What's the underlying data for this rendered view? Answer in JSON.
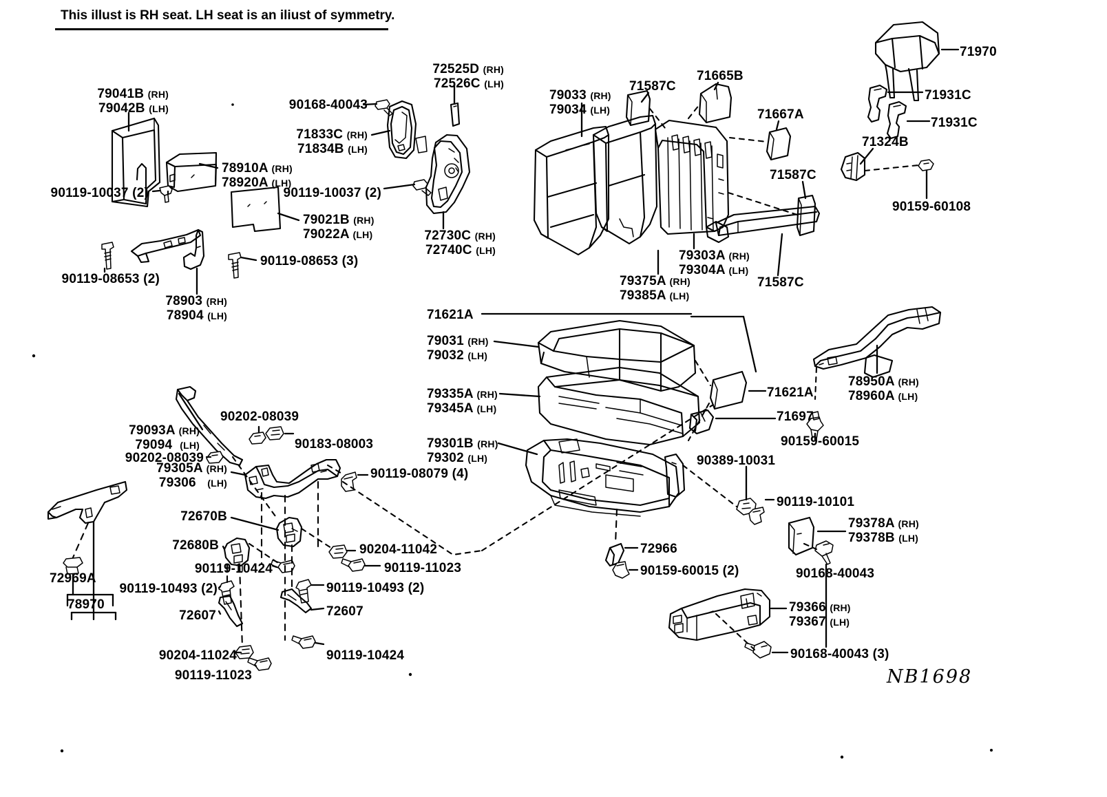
{
  "diagram": {
    "note": "This illust is RH seat. LH seat is an iliust of symmetry.",
    "drawing_number": "NB1698",
    "rh_suffix": "(RH)",
    "lh_suffix": "(LH)"
  },
  "labels": {
    "l79041B": "79041B",
    "l79042B": "79042B",
    "l78910A": "78910A",
    "l78920A": "78920A",
    "l90119_10037_2a": "90119-10037 (2)",
    "l90119_10037_2b": "90119-10037 (2)",
    "l79021B": "79021B",
    "l79022A": "79022A",
    "l90119_08653_2": "90119-08653 (2)",
    "l90119_08653_3": "90119-08653 (3)",
    "l78903": "78903",
    "l78904": "78904",
    "l90168_40043_a": "90168-40043",
    "l71833C": "71833C",
    "l71834B": "71834B",
    "l72525D": "72525D",
    "l72526C": "72526C",
    "l72730C": "72730C",
    "l72740C": "72740C",
    "l79033": "79033",
    "l79034": "79034",
    "l71587C_a": "71587C",
    "l71587C_b": "71587C",
    "l71587C_c": "71587C",
    "l71665B": "71665B",
    "l71667A": "71667A",
    "l79303A": "79303A",
    "l79304A": "79304A",
    "l79375A": "79375A",
    "l79385A": "79385A",
    "l71970": "71970",
    "l71931C_a": "71931C",
    "l71931C_b": "71931C",
    "l71324B": "71324B",
    "l90159_60108": "90159-60108",
    "l71621A_a": "71621A",
    "l71621A_b": "71621A",
    "l79031": "79031",
    "l79032": "79032",
    "l79335A": "79335A",
    "l79345A": "79345A",
    "l79301B": "79301B",
    "l79302": "79302",
    "l78950A": "78950A",
    "l78960A": "78960A",
    "l71697": "71697",
    "l90159_60015_1": "90159-60015",
    "l90159_60015_2": "90159-60015 (2)",
    "l90389_10031": "90389-10031",
    "l90119_10101": "90119-10101",
    "l79378A": "79378A",
    "l79378B": "79378B",
    "l90168_40043_b": "90168-40043",
    "l72966": "72966",
    "l79366": "79366",
    "l79367": "79367",
    "l90168_40043_3": "90168-40043 (3)",
    "l79093A": "79093A",
    "l79094": "79094",
    "l90202_08039_a": "90202-08039",
    "l90202_08039_b": "90202-08039",
    "l90183_08003": "90183-08003",
    "l79305A": "79305A",
    "l79306": "79306",
    "l90119_08079_4": "90119-08079 (4)",
    "l72670B": "72670B",
    "l72680B": "72680B",
    "l90119_10424_a": "90119-10424",
    "l90119_10424_b": "90119-10424",
    "l90119_10493_2a": "90119-10493 (2)",
    "l90119_10493_2b": "90119-10493 (2)",
    "l72607_a": "72607",
    "l72607_b": "72607",
    "l90204_11042": "90204-11042",
    "l90119_11023_a": "90119-11023",
    "l90119_11023_b": "90119-11023",
    "l90204_11024": "90204-11024",
    "l72969A": "72969A",
    "l78970": "78970"
  }
}
